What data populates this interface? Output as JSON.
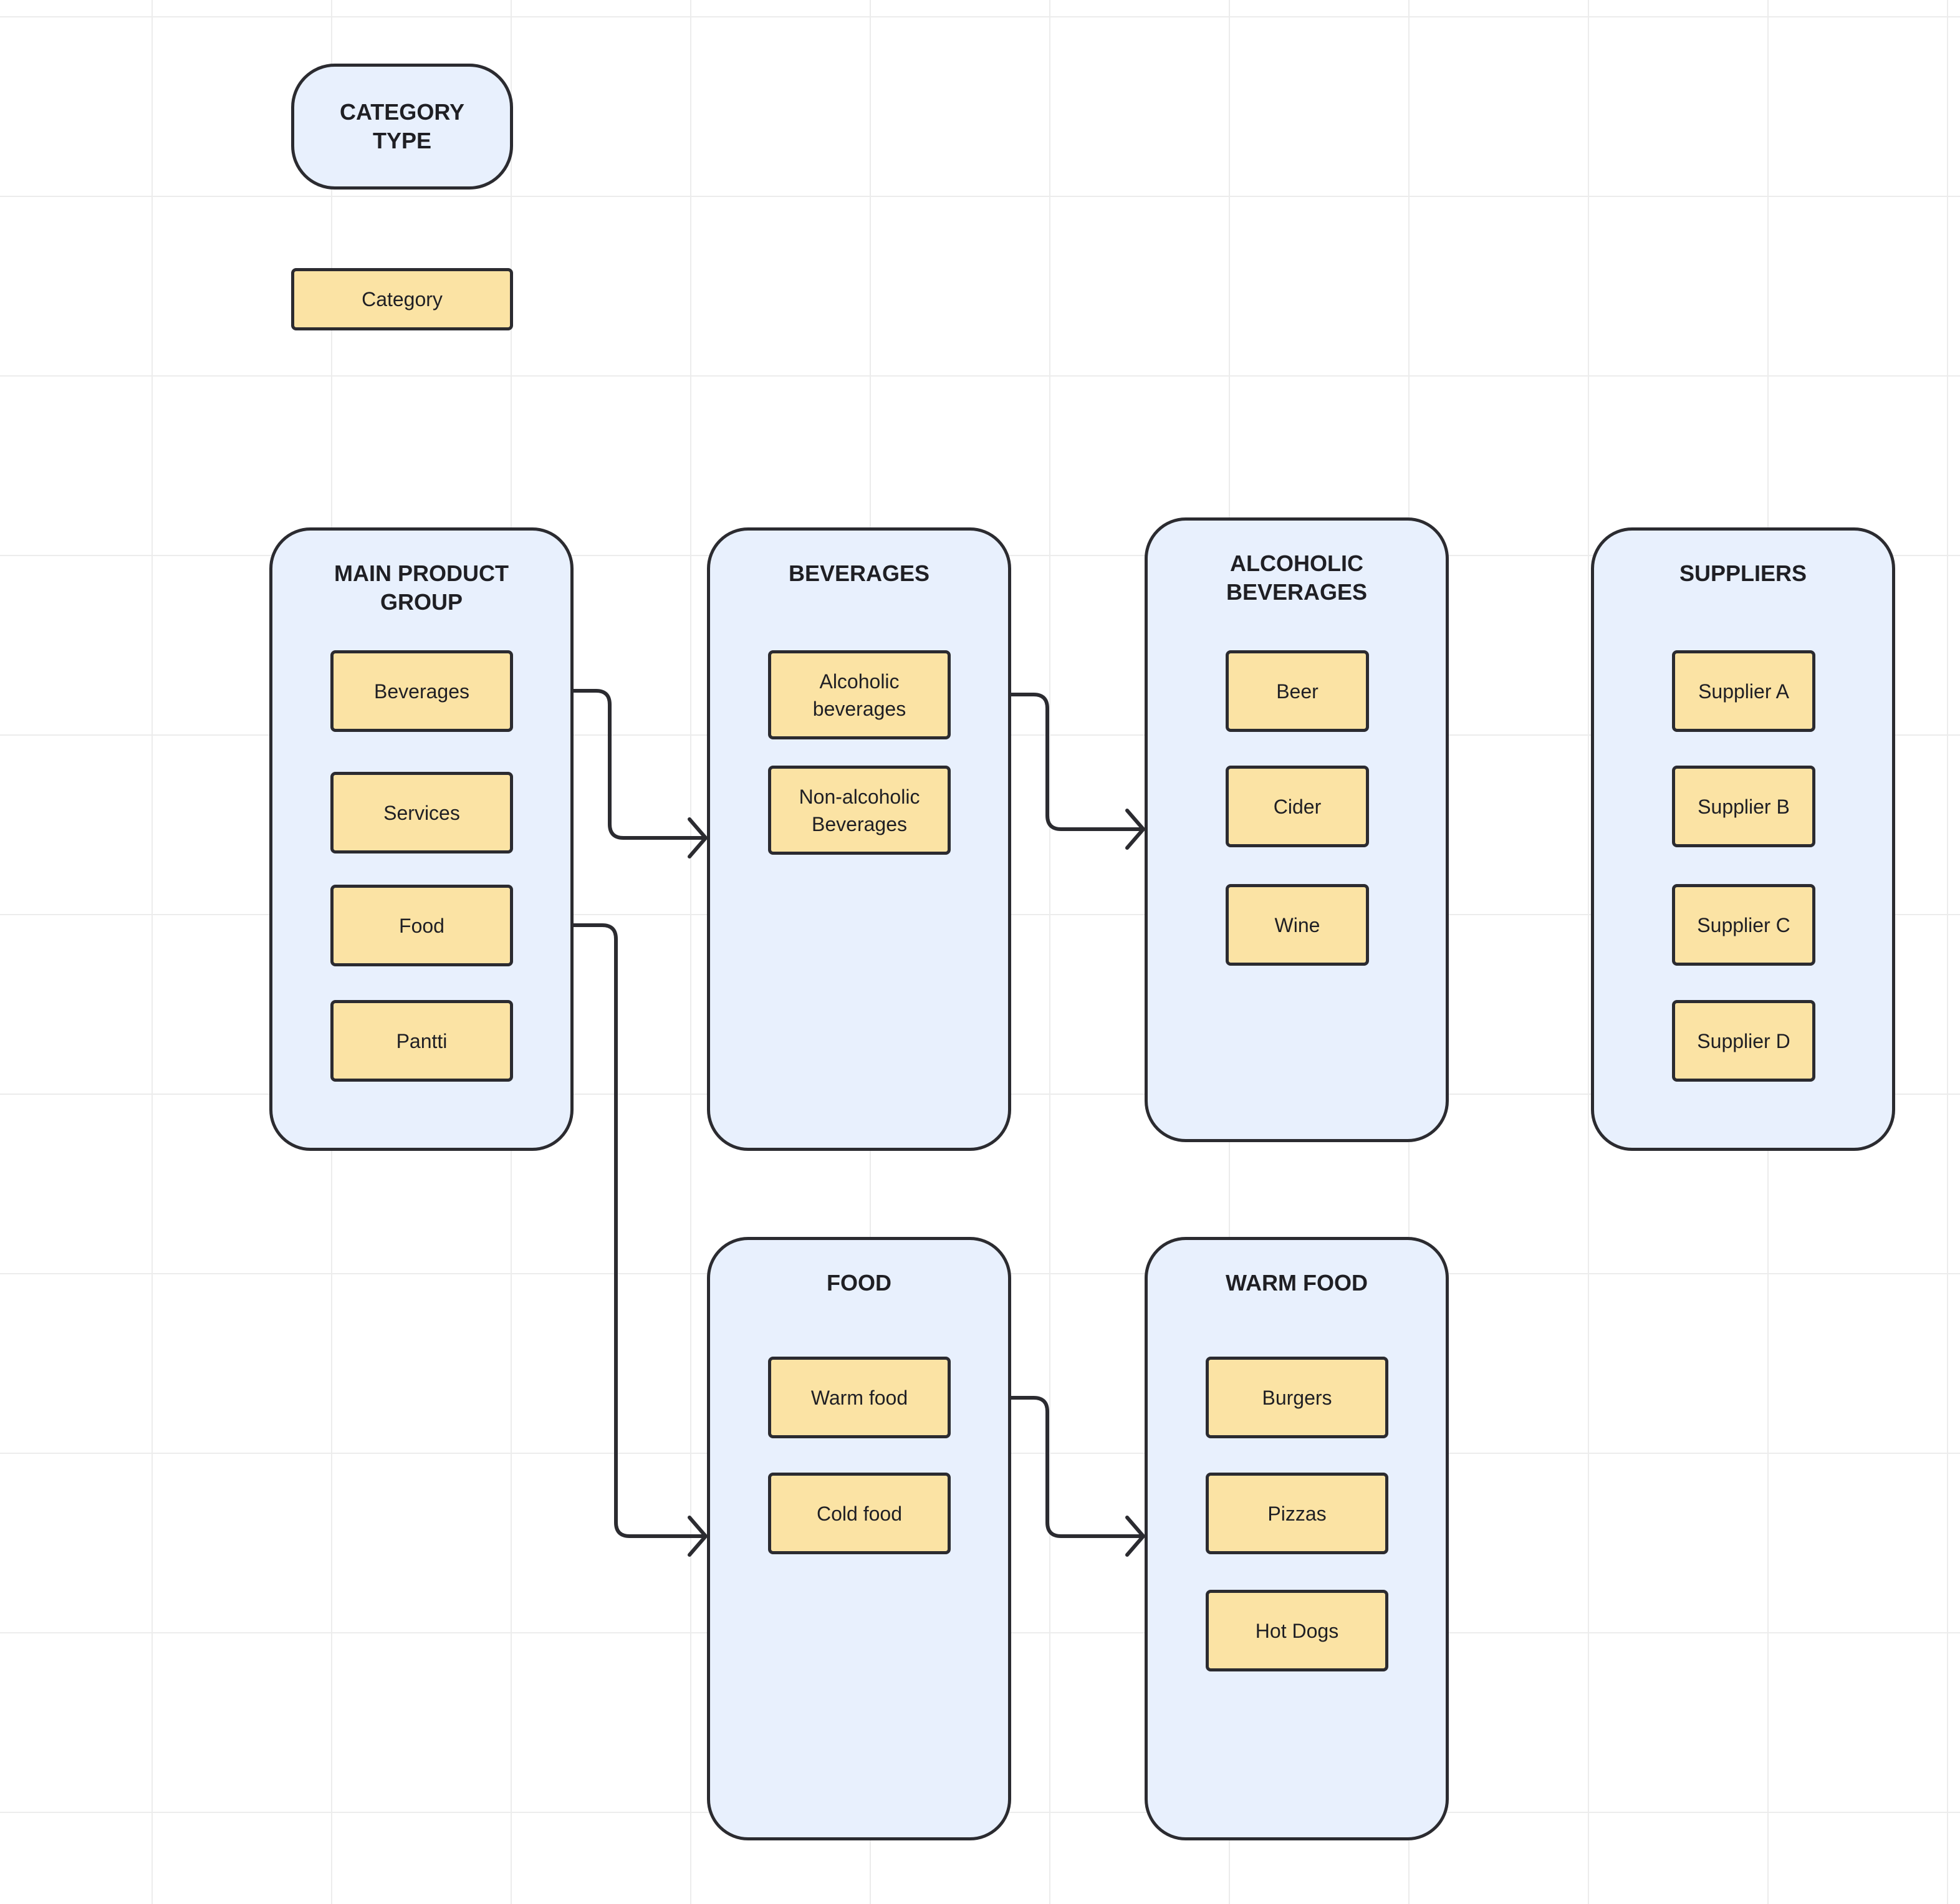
{
  "legend": {
    "type_label": "CATEGORY\nTYPE",
    "category_label": "Category"
  },
  "groups": {
    "main": {
      "title": "MAIN PRODUCT\nGROUP",
      "items": [
        "Beverages",
        "Services",
        "Food",
        "Pantti"
      ]
    },
    "beverages": {
      "title": "BEVERAGES",
      "items": [
        "Alcoholic\nbeverages",
        "Non-alcoholic\nBeverages"
      ]
    },
    "alcoholic": {
      "title": "ALCOHOLIC\nBEVERAGES",
      "items": [
        "Beer",
        "Cider",
        "Wine"
      ]
    },
    "suppliers": {
      "title": "SUPPLIERS",
      "items": [
        "Supplier A",
        "Supplier B",
        "Supplier C",
        "Supplier D"
      ]
    },
    "food": {
      "title": "FOOD",
      "items": [
        "Warm food",
        "Cold food"
      ]
    },
    "warm_food": {
      "title": "WARM FOOD",
      "items": [
        "Burgers",
        "Pizzas",
        "Hot Dogs"
      ]
    }
  },
  "colors": {
    "group_fill": "#e8f0fd",
    "card_fill": "#fbe3a4",
    "stroke": "#2b2b30",
    "grid": "#ececec"
  }
}
